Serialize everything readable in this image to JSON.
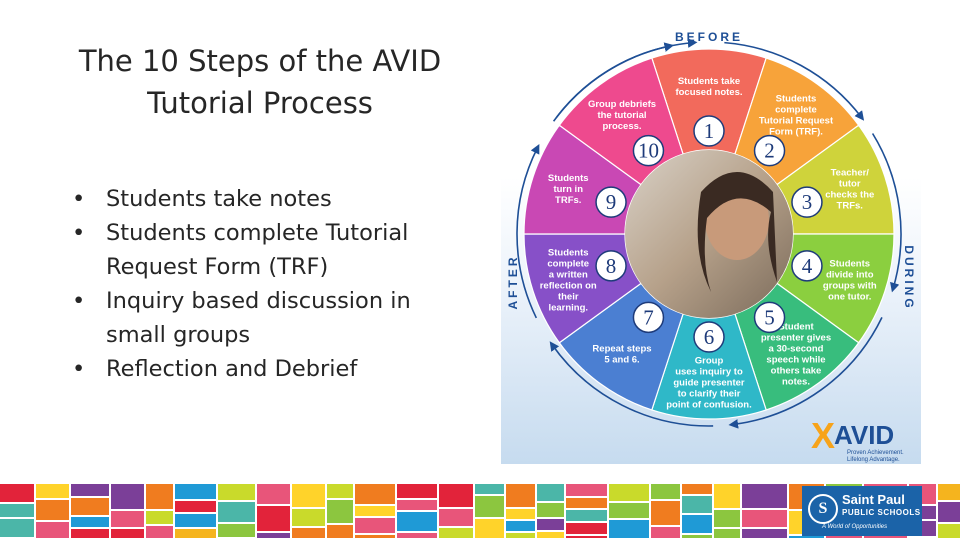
{
  "slide": {
    "title_line1": "The 10 Steps of the AVID",
    "title_line2": "Tutorial Process",
    "bullets": [
      [
        "Students take notes"
      ],
      [
        "Students complete Tutorial",
        "Request Form (TRF)"
      ],
      [
        "Inquiry based discussion in",
        "small groups"
      ],
      [
        "Reflection and Debrief"
      ]
    ]
  },
  "diagram": {
    "phases": {
      "before": "BEFORE",
      "during": "DURING",
      "after": "AFTER"
    },
    "steps": [
      {
        "num": "1",
        "lines": [
          "Students take",
          "focused notes."
        ],
        "color": "#f26a5c"
      },
      {
        "num": "2",
        "lines": [
          "Students",
          "complete",
          "Tutorial Request",
          "Form (TRF)."
        ],
        "color": "#f7a33a"
      },
      {
        "num": "3",
        "lines": [
          "Teacher/",
          "tutor",
          "checks the",
          "TRFs."
        ],
        "color": "#cfd33b"
      },
      {
        "num": "4",
        "lines": [
          "Students",
          "divide into",
          "groups with",
          "one tutor."
        ],
        "color": "#8bcf3f"
      },
      {
        "num": "5",
        "lines": [
          "Student",
          "presenter gives",
          "a 30-second",
          "speech while",
          "others take",
          "notes."
        ],
        "color": "#38bd7d"
      },
      {
        "num": "6",
        "lines": [
          "Group",
          "uses inquiry to",
          "guide presenter",
          "to clarify their",
          "point of confusion."
        ],
        "color": "#2fb8c8"
      },
      {
        "num": "7",
        "lines": [
          "Repeat steps",
          "5 and 6."
        ],
        "color": "#4b7fd2"
      },
      {
        "num": "8",
        "lines": [
          "Students",
          "complete",
          "a written",
          "reflection on",
          "their",
          "learning."
        ],
        "color": "#8750c8"
      },
      {
        "num": "9",
        "lines": [
          "Students",
          "turn in",
          "TRFs."
        ],
        "color": "#c948b4"
      },
      {
        "num": "10",
        "lines": [
          "Group debriefs",
          "the tutorial",
          "process."
        ],
        "color": "#ee4a8e"
      }
    ],
    "avid_logo": {
      "name": "AVID",
      "tagline_1": "Proven Achievement.",
      "tagline_2": "Lifelong Advantage."
    }
  },
  "footer": {
    "logo": {
      "line1": "Saint Paul",
      "line2": "PUBLIC SCHOOLS",
      "line3": "A World of Opportunities"
    },
    "colors": [
      "#e2233a",
      "#f5b41e",
      "#8cc63f",
      "#1f9ad6",
      "#7b3f98",
      "#f07c1f",
      "#4bb6a8",
      "#ffd32a",
      "#c9da2b",
      "#e8557a"
    ]
  }
}
